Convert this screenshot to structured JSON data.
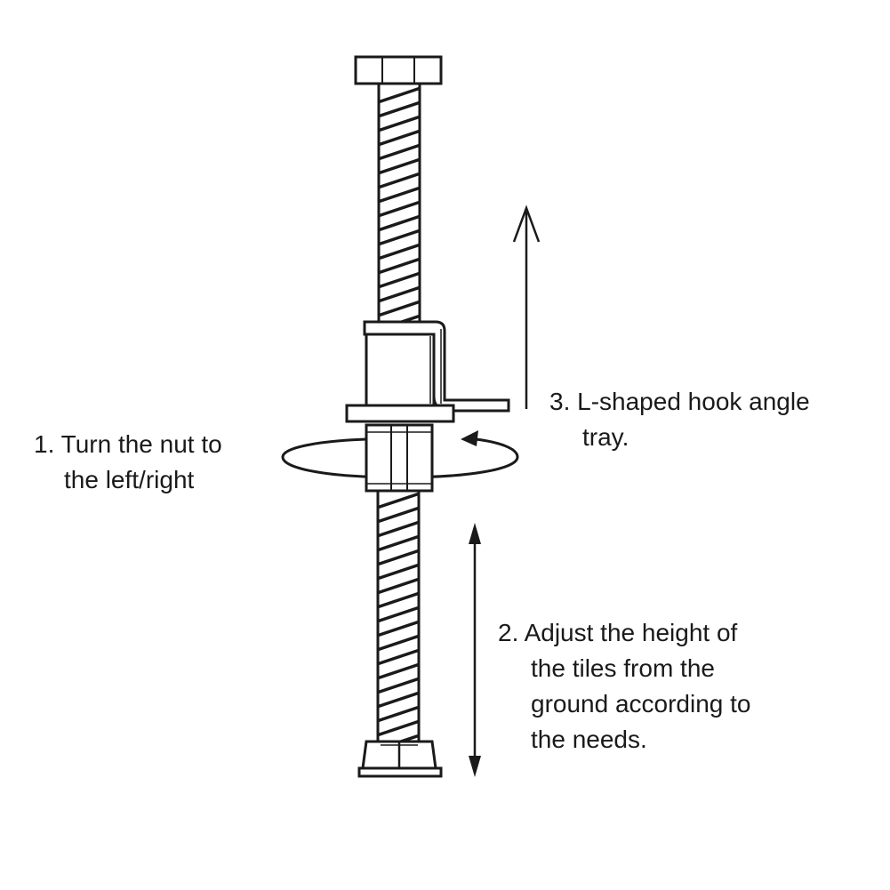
{
  "annotations": {
    "step1": {
      "lines": [
        "1. Turn the nut to",
        "the left/right"
      ]
    },
    "step2": {
      "lines": [
        "2. Adjust the height of",
        "the tiles from the",
        "ground according to",
        "the needs."
      ]
    },
    "step3": {
      "lines": [
        "3. L-shaped hook angle",
        "tray."
      ]
    }
  },
  "colors": {
    "ink": "#1a1a1a",
    "background": "#ffffff"
  },
  "icons": {
    "rotation": "rotation-arrow-icon",
    "up": "up-arrow-icon",
    "double_vertical": "double-arrow-vertical-icon"
  }
}
